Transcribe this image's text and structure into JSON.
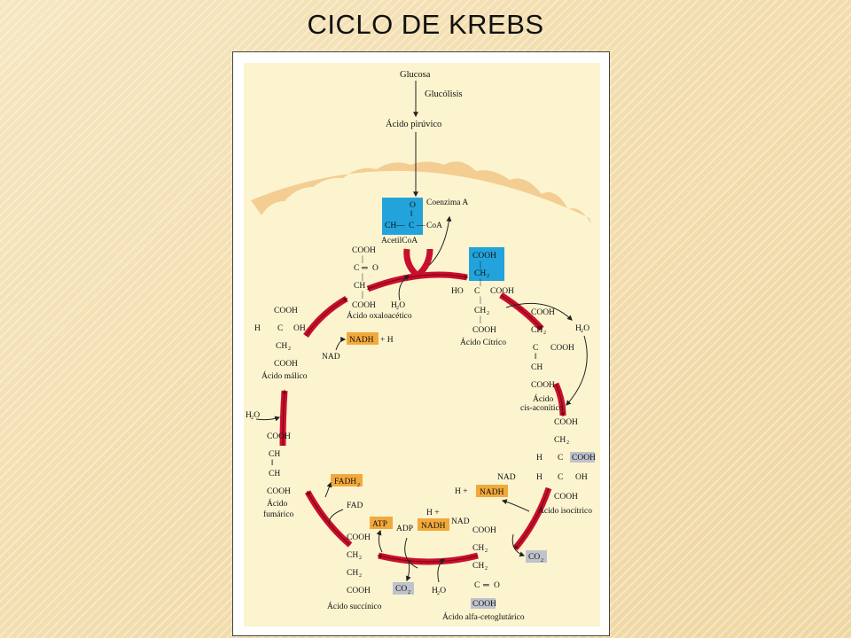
{
  "slide": {
    "title": "CICLO DE KREBS"
  },
  "colors": {
    "acetyl": "#22a3dc",
    "cofactor": "#f2a93b",
    "co2": "#bfc3cc",
    "cycle": "#c8102e",
    "membrane": "#f3c98c"
  },
  "top": {
    "glucosa": "Glucosa",
    "glucolisis": "Glucólisis",
    "piruvico": "Ácido pirúvico"
  },
  "acetyl": {
    "o": "O",
    "dbl": "‖",
    "ch3": "CH",
    "dash": "—",
    "c": "C",
    "dash2": "—",
    "coa": "CoA",
    "name": "AcetilCoA",
    "coenzima": "Coenzima A"
  },
  "oxaloacetic": {
    "cooh1": "COOH",
    "bar1": "|",
    "c": "C",
    "eq": "═",
    "o": "O",
    "bar2": "|",
    "ch2": "CH",
    "bar3": "|",
    "cooh2": "COOH",
    "name": "Ácido oxaloacético",
    "h2o": "H O"
  },
  "citric": {
    "cooh1": "COOH",
    "bar1": "|",
    "ch2": "CH",
    "bar2": "|",
    "ho": "HO",
    "c": "C",
    "cooh2": "COOH",
    "bar3": "|",
    "ch2b": "CH",
    "bar4": "|",
    "cooh3": "COOH",
    "name": "Ácido Cítrico"
  },
  "cisaconitic": {
    "cooh1": "COOH",
    "ch2": "CH",
    "c": "C",
    "cooh2": "COOH",
    "dbl": "‖",
    "ch": "CH",
    "cooh3": "COOH",
    "name1": "Ácido",
    "name2": "cis-aconítico",
    "h2o": "H O"
  },
  "isocitric": {
    "cooh1": "COOH",
    "ch2": "CH",
    "h1": "H",
    "c1": "C",
    "cooh2": "COOH",
    "h2": "H",
    "c2": "C",
    "oh": "OH",
    "cooh3": "COOH",
    "name": "Ácido isocítrico",
    "nad": "NAD",
    "h": "H +",
    "nadh": "NADH",
    "co2": "CO"
  },
  "ketoglutaric": {
    "cooh1": "COOH",
    "ch2a": "CH",
    "ch2b": "CH",
    "c": "C",
    "eq": "═",
    "o": "O",
    "cooh2": "COOH",
    "name": "Ácido alfa-cetoglutárico",
    "nad": "NAD",
    "h": "H +",
    "nadh": "NADH",
    "h2o": "H O"
  },
  "succinic": {
    "cooh1": "COOH",
    "ch2a": "CH",
    "ch2b": "CH",
    "cooh2": "COOH",
    "name": "Ácido succínico",
    "atp": "ATP",
    "adp": "ADP",
    "co2": "CO"
  },
  "fumaric": {
    "cooh1": "COOH",
    "ch": "CH",
    "dbl": "‖",
    "ch2": "CH",
    "cooh2": "COOH",
    "name1": "Ácido",
    "name2": "fumárico",
    "fadh2": "FADH",
    "fad": "FAD",
    "h2o": "H O"
  },
  "malic": {
    "cooh1": "COOH",
    "h": "H",
    "c": "C",
    "oh": "OH",
    "ch2": "CH",
    "cooh2": "COOH",
    "name": "Ácido málico",
    "nadh": "NADH",
    "plus_h": "+ H",
    "nad": "NAD"
  }
}
